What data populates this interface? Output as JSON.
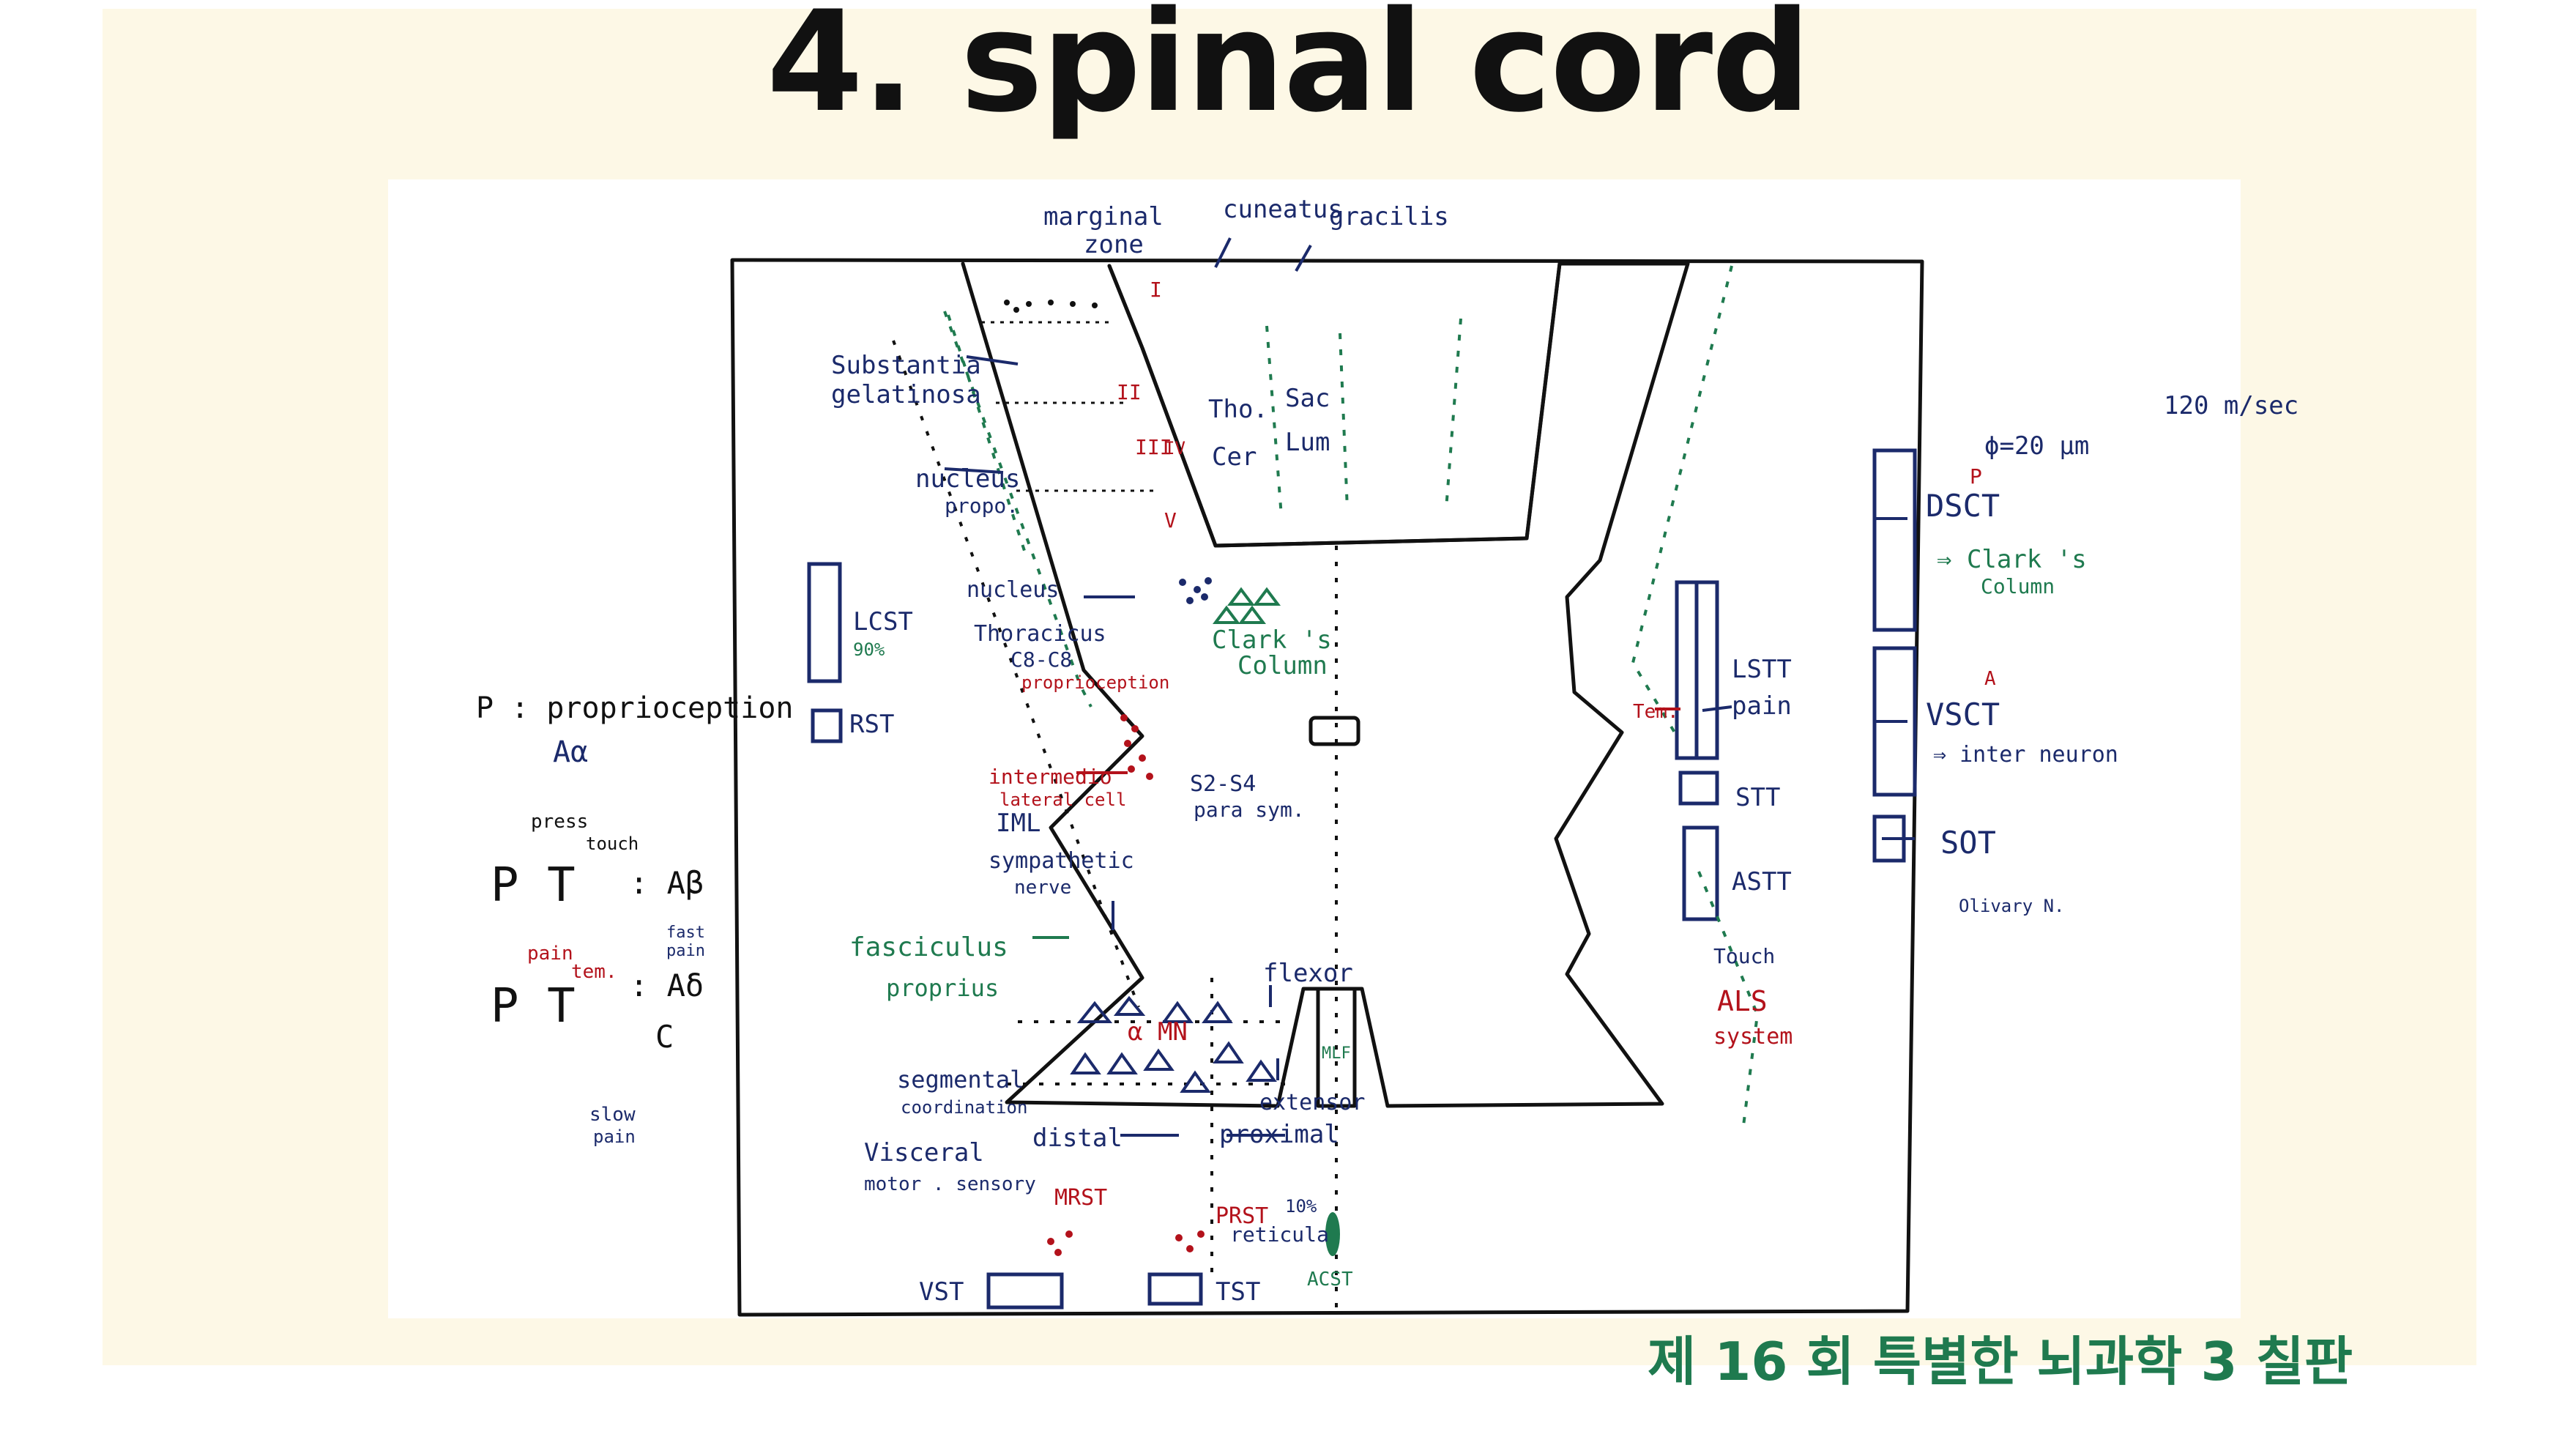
{
  "slide": {
    "title": "4.  spinal cord",
    "footer": "제 16 회  특별한 뇌과학 3  칠판"
  },
  "colors": {
    "background": "#fdf8e6",
    "ink_navy": "#1b2a6b",
    "ink_red": "#b3121b",
    "ink_green": "#1f7a4f",
    "ink_black": "#111111"
  },
  "drawing": {
    "top": {
      "marginal_zone": [
        "marginal",
        "zone"
      ],
      "cuneatus": "cuneatus",
      "gracilis": "gracilis"
    },
    "dorsal_horn": {
      "substantia": [
        "Substantia",
        "gelatinosa"
      ],
      "nucleus_propo": [
        "nucleus",
        "propo."
      ],
      "laminae": [
        "I",
        "II",
        "III",
        "IV",
        "V"
      ],
      "nucleus_thoracicus": [
        "nucleus",
        "Thoracicus",
        "C8-C8"
      ],
      "proprioception_red": "proprioception",
      "clarks_column_center": [
        "Clark 's",
        "Column"
      ]
    },
    "dorsal_columns": {
      "tho": "Tho.",
      "cer": "Cer",
      "sac": "Sac",
      "lum": "Lum"
    },
    "lateral_left": {
      "lcst": "LCST",
      "lcst_pct": "90%",
      "rst": "RST",
      "intermedio": [
        "intermedio",
        "lateral cell"
      ],
      "iml": "IML",
      "sympathetic": [
        "sympathetic",
        "nerve"
      ],
      "s2_s4": [
        "S2-S4",
        "para sym."
      ]
    },
    "ventral_left": {
      "fasciculus": [
        "fasciculus",
        "proprius"
      ],
      "segmental": [
        "segmental",
        "coordination"
      ],
      "visceral": [
        "Visceral",
        "motor . sensory"
      ],
      "alpha_mn": "α MN",
      "flexor": "flexor",
      "extensor": "extensor",
      "mfl": "MLF",
      "distal": "distal",
      "proximal": "proximal",
      "mrst": "MRST",
      "prst": "PRST",
      "reticula": "reticula",
      "ten_pct": "10%",
      "acst": "ACST",
      "vst": "VST",
      "tst": "TST"
    },
    "right_side": {
      "speed": "120 m/sec",
      "diameter": "ϕ=20 μm",
      "dsct": "DSCT",
      "p_label": "P",
      "clarks_column_right": [
        "⇒ Clark 's",
        "Column"
      ],
      "a_label": "A",
      "vsct": "VSCT",
      "inter_neuron": "⇒ inter neuron",
      "sot": "SOT",
      "olivary": "Olivary N.",
      "lstt": "LSTT",
      "pain": "pain",
      "tem": "Tem.",
      "stt": "STT",
      "astt": "ASTT",
      "touch": "Touch",
      "als": [
        "ALS",
        "system"
      ]
    },
    "legend": {
      "p_proprio": "P : proprioception",
      "a_alpha": "Aα",
      "press": "press",
      "touch": "touch",
      "pt1": "P T",
      "a_beta": ": Aβ",
      "pain": "pain",
      "tem": "tem.",
      "fast_pain": [
        "fast",
        "pain"
      ],
      "pt2": "P T",
      "a_delta": ": Aδ",
      "c": "C",
      "slow_pain": [
        "slow",
        "pain"
      ]
    }
  }
}
